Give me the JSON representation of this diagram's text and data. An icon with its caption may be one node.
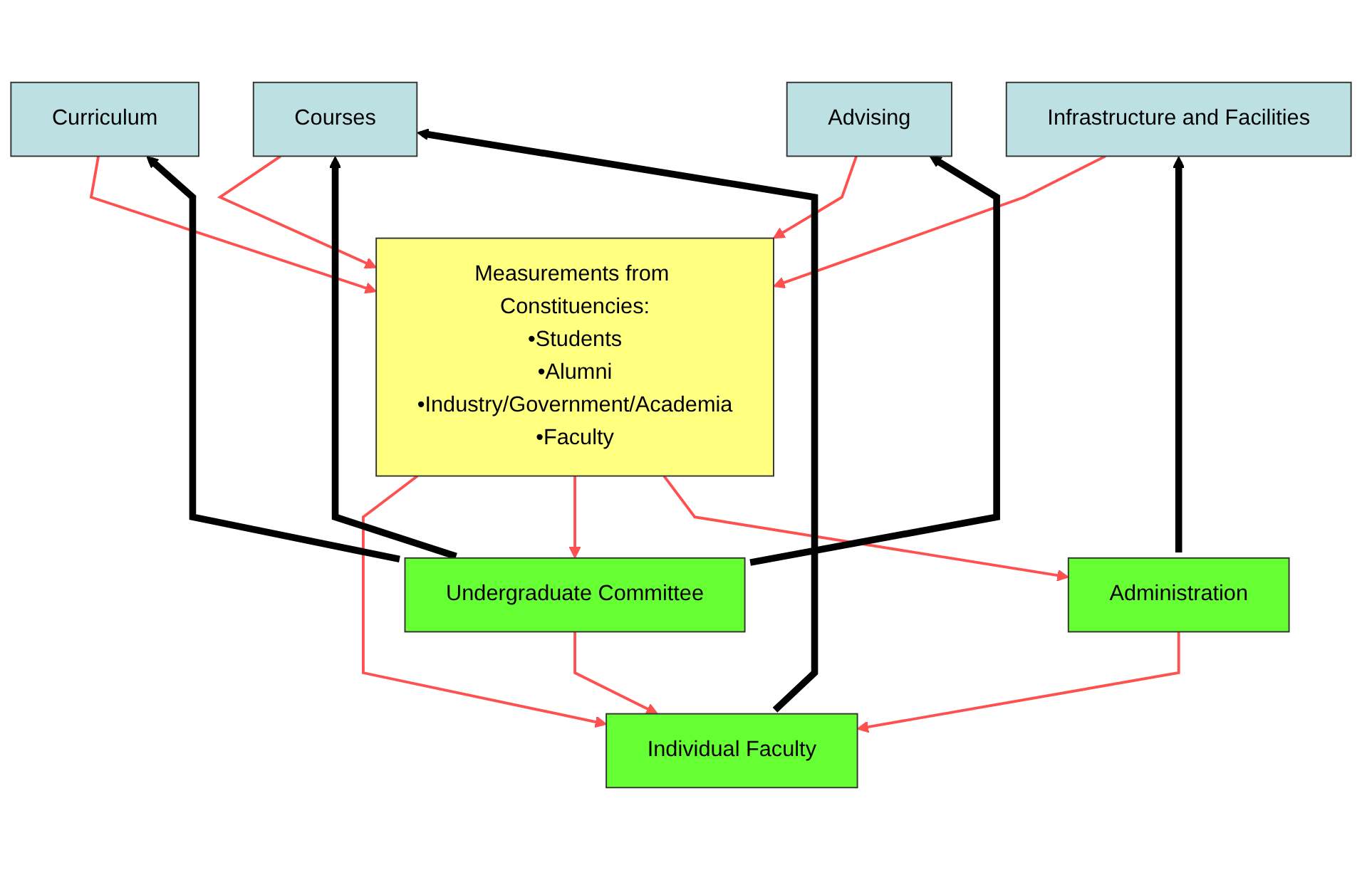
{
  "diagram": {
    "nodes": [
      {
        "text": [
          "Courses"
        ]
      },
      {
        "text": [
          "Curriculum"
        ]
      },
      {
        "text": [
          "Advising"
        ]
      },
      {
        "text": [
          "Infrastructure and Facilities"
        ]
      },
      {
        "text": [
          "Measurements from Constituencies:",
          "•Students",
          "•Alumni",
          "•Industry/Government/Academia",
          "•Faculty"
        ]
      },
      {
        "text": [
          "Individual Faculty"
        ]
      },
      {
        "text": [
          "Undergraduate Committee"
        ]
      },
      {
        "text": [
          "Administration"
        ]
      }
    ],
    "edges": [
      {
        "from": 0,
        "to": 4,
        "arrow": "to"
      },
      {
        "from": 1,
        "to": 4,
        "arrow": "to"
      },
      {
        "from": 2,
        "to": 4,
        "arrow": "to"
      },
      {
        "from": 3,
        "to": 4,
        "arrow": "to"
      },
      {
        "from": 4,
        "to": 5,
        "arrow": "to"
      },
      {
        "from": 4,
        "to": 6,
        "arrow": "to"
      },
      {
        "from": 4,
        "to": 7,
        "arrow": "to"
      },
      {
        "from": 6,
        "to": 5,
        "arrow": "to"
      },
      {
        "from": 7,
        "to": 5,
        "arrow": "to"
      },
      {
        "from": 6,
        "to": 0,
        "arrow": "to",
        "style": "thick",
        "color": "#000000"
      },
      {
        "from": 6,
        "to": 1,
        "arrow": "to",
        "style": "thick",
        "color": "#000000"
      },
      {
        "from": 6,
        "to": 2,
        "arrow": "to",
        "style": "thick",
        "color": "#000000"
      },
      {
        "from": 7,
        "to": 3,
        "arrow": "to",
        "style": "thick",
        "color": "#000000"
      },
      {
        "from": 5,
        "to": 0,
        "arrow": "to",
        "style": "thick",
        "color": "#000000"
      }
    ]
  }
}
